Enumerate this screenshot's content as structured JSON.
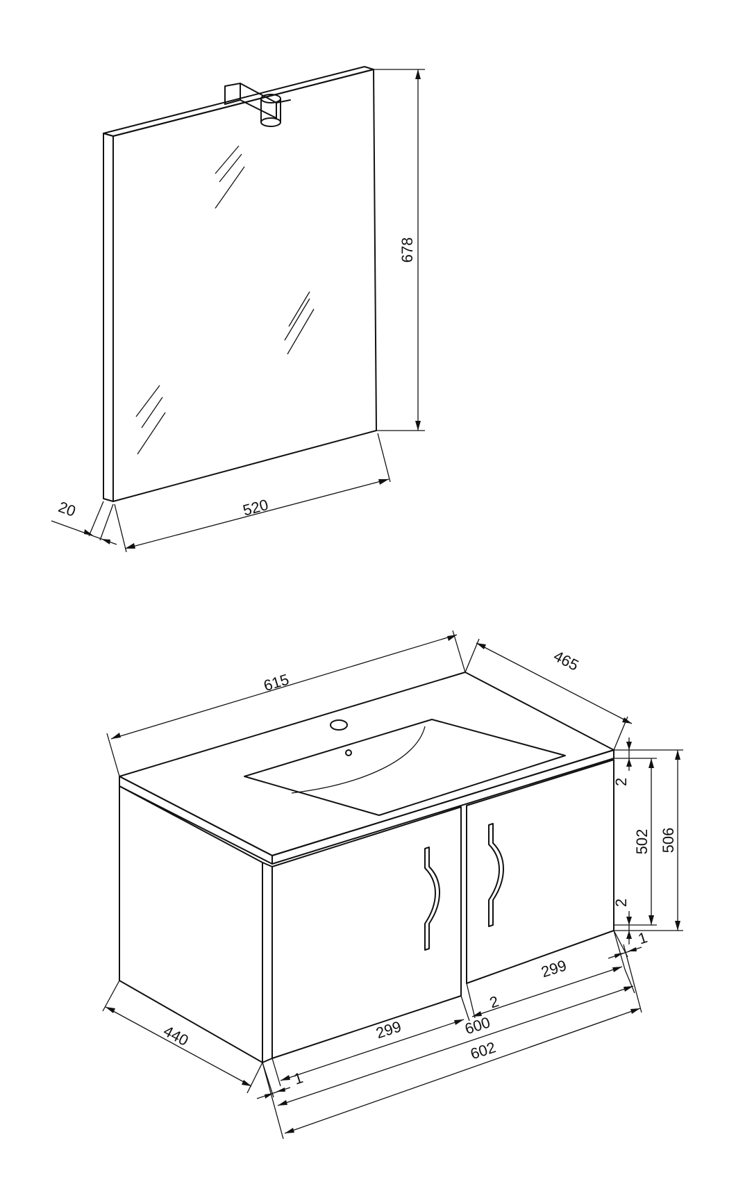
{
  "mirror": {
    "height_label": "678",
    "width_label": "520",
    "depth_label": "20"
  },
  "vanity": {
    "top_width_label": "615",
    "top_depth_label": "465",
    "body_depth_label": "440",
    "top_gap_label": "2",
    "body_height_label": "502",
    "total_height_label": "506",
    "bottom_gap_label": "2",
    "side_offset_right_label": "1",
    "door_right_width_label": "299",
    "door_gap_label": "2",
    "door_left_width_label": "299",
    "doors_total_label": "600",
    "side_offset_left_label": "1",
    "body_width_label": "602"
  }
}
